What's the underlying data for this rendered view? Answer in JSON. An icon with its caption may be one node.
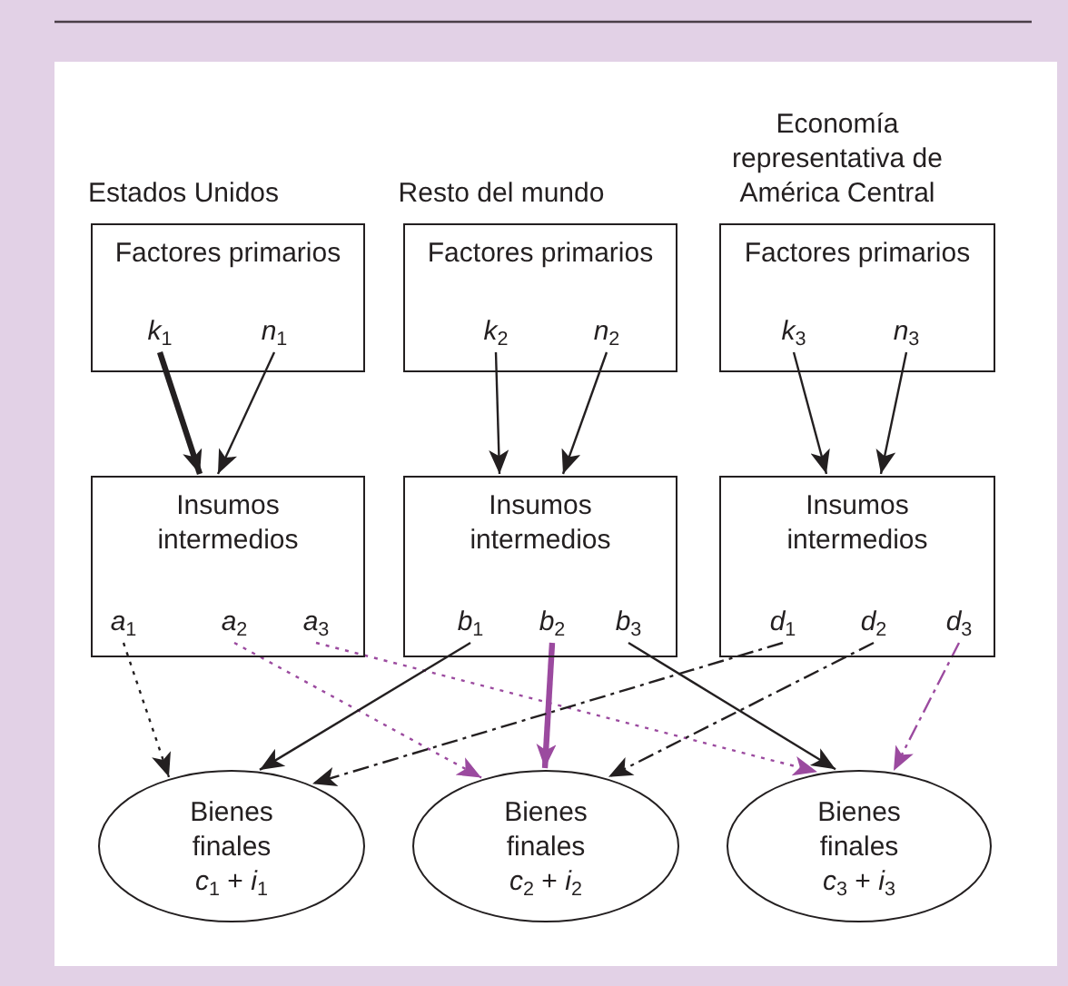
{
  "diagram": {
    "nodes": [
      {
        "text": [
          "Factores primarios"
        ]
      },
      {
        "text": [
          "*k*$_{1}$"
        ],
        "in": 0
      },
      {
        "text": [
          "*n*$_{1}$"
        ],
        "in": 0
      },
      {
        "text": [
          "Factores primarios"
        ]
      },
      {
        "text": [
          "*k*$_{2}$"
        ],
        "in": 3
      },
      {
        "text": [
          "*n*$_{2}$"
        ],
        "in": 3
      },
      {
        "text": [
          "Factores primarios"
        ]
      },
      {
        "text": [
          "*k*$_{3}$"
        ],
        "in": 6
      },
      {
        "text": [
          "*n*$_{3}$"
        ],
        "in": 6
      },
      {
        "text": [
          "Insumos intermedios"
        ]
      },
      {
        "text": [
          "*a*$_{1}$"
        ],
        "in": 9
      },
      {
        "text": [
          "*a*$_{2}$"
        ],
        "in": 9
      },
      {
        "text": [
          "*a*$_{3}$"
        ],
        "in": 9
      },
      {
        "text": [
          "Insumos intermedios"
        ]
      },
      {
        "text": [
          "*b*$_{1}$"
        ],
        "in": 13
      },
      {
        "text": [
          "*b*$_{2}$"
        ],
        "in": 13
      },
      {
        "text": [
          "*b*$_{3}$"
        ],
        "in": 13
      },
      {
        "text": [
          "Insumos intermedios"
        ]
      },
      {
        "text": [
          "*d*$_{1}$"
        ],
        "in": 17
      },
      {
        "text": [
          "*d*$_{2}$"
        ],
        "in": 17
      },
      {
        "text": [
          "*d*$_{3}$"
        ],
        "in": 17
      },
      {
        "text": [
          "Bienes finales",
          "*c*$_{1}$ + *i*$_{1}$"
        ]
      },
      {
        "text": [
          "Bienes finales",
          "*c*$_{2}$ + *i*$_{2}$"
        ]
      },
      {
        "text": [
          "Bienes finales",
          "*c*$_{3}$ + *i*$_{3}$"
        ]
      }
    ],
    "edges": [
      {
        "from": 1,
        "to": 9,
        "arrow": "to",
        "style": "thick"
      },
      {
        "from": 2,
        "to": 9,
        "arrow": "to"
      },
      {
        "from": 4,
        "to": 13,
        "arrow": "to"
      },
      {
        "from": 5,
        "to": 13,
        "arrow": "to"
      },
      {
        "from": 7,
        "to": 17,
        "arrow": "to"
      },
      {
        "from": 8,
        "to": 17,
        "arrow": "to"
      },
      {
        "from": 10,
        "to": 21,
        "arrow": "to",
        "style": "dashed"
      },
      {
        "from": 11,
        "to": 22,
        "arrow": "to",
        "style": "dashed",
        "color": "#9b4a9f"
      },
      {
        "from": 12,
        "to": 23,
        "arrow": "to",
        "style": "dashed",
        "color": "#9b4a9f"
      },
      {
        "from": 14,
        "to": 21,
        "arrow": "to"
      },
      {
        "from": 15,
        "to": 22,
        "arrow": "to",
        "style": "thick",
        "color": "#9b4a9f"
      },
      {
        "from": 16,
        "to": 23,
        "arrow": "to"
      },
      {
        "from": 18,
        "to": 21,
        "arrow": "to",
        "style": "dashed"
      },
      {
        "from": 19,
        "to": 22,
        "arrow": "to",
        "style": "dashed"
      },
      {
        "from": 20,
        "to": 23,
        "arrow": "to",
        "style": "dashed",
        "color": "#9b4a9f"
      }
    ],
    "labels": [
      "Economía representativa de América Central",
      "Estados Unidos",
      "Resto del mundo"
    ]
  }
}
